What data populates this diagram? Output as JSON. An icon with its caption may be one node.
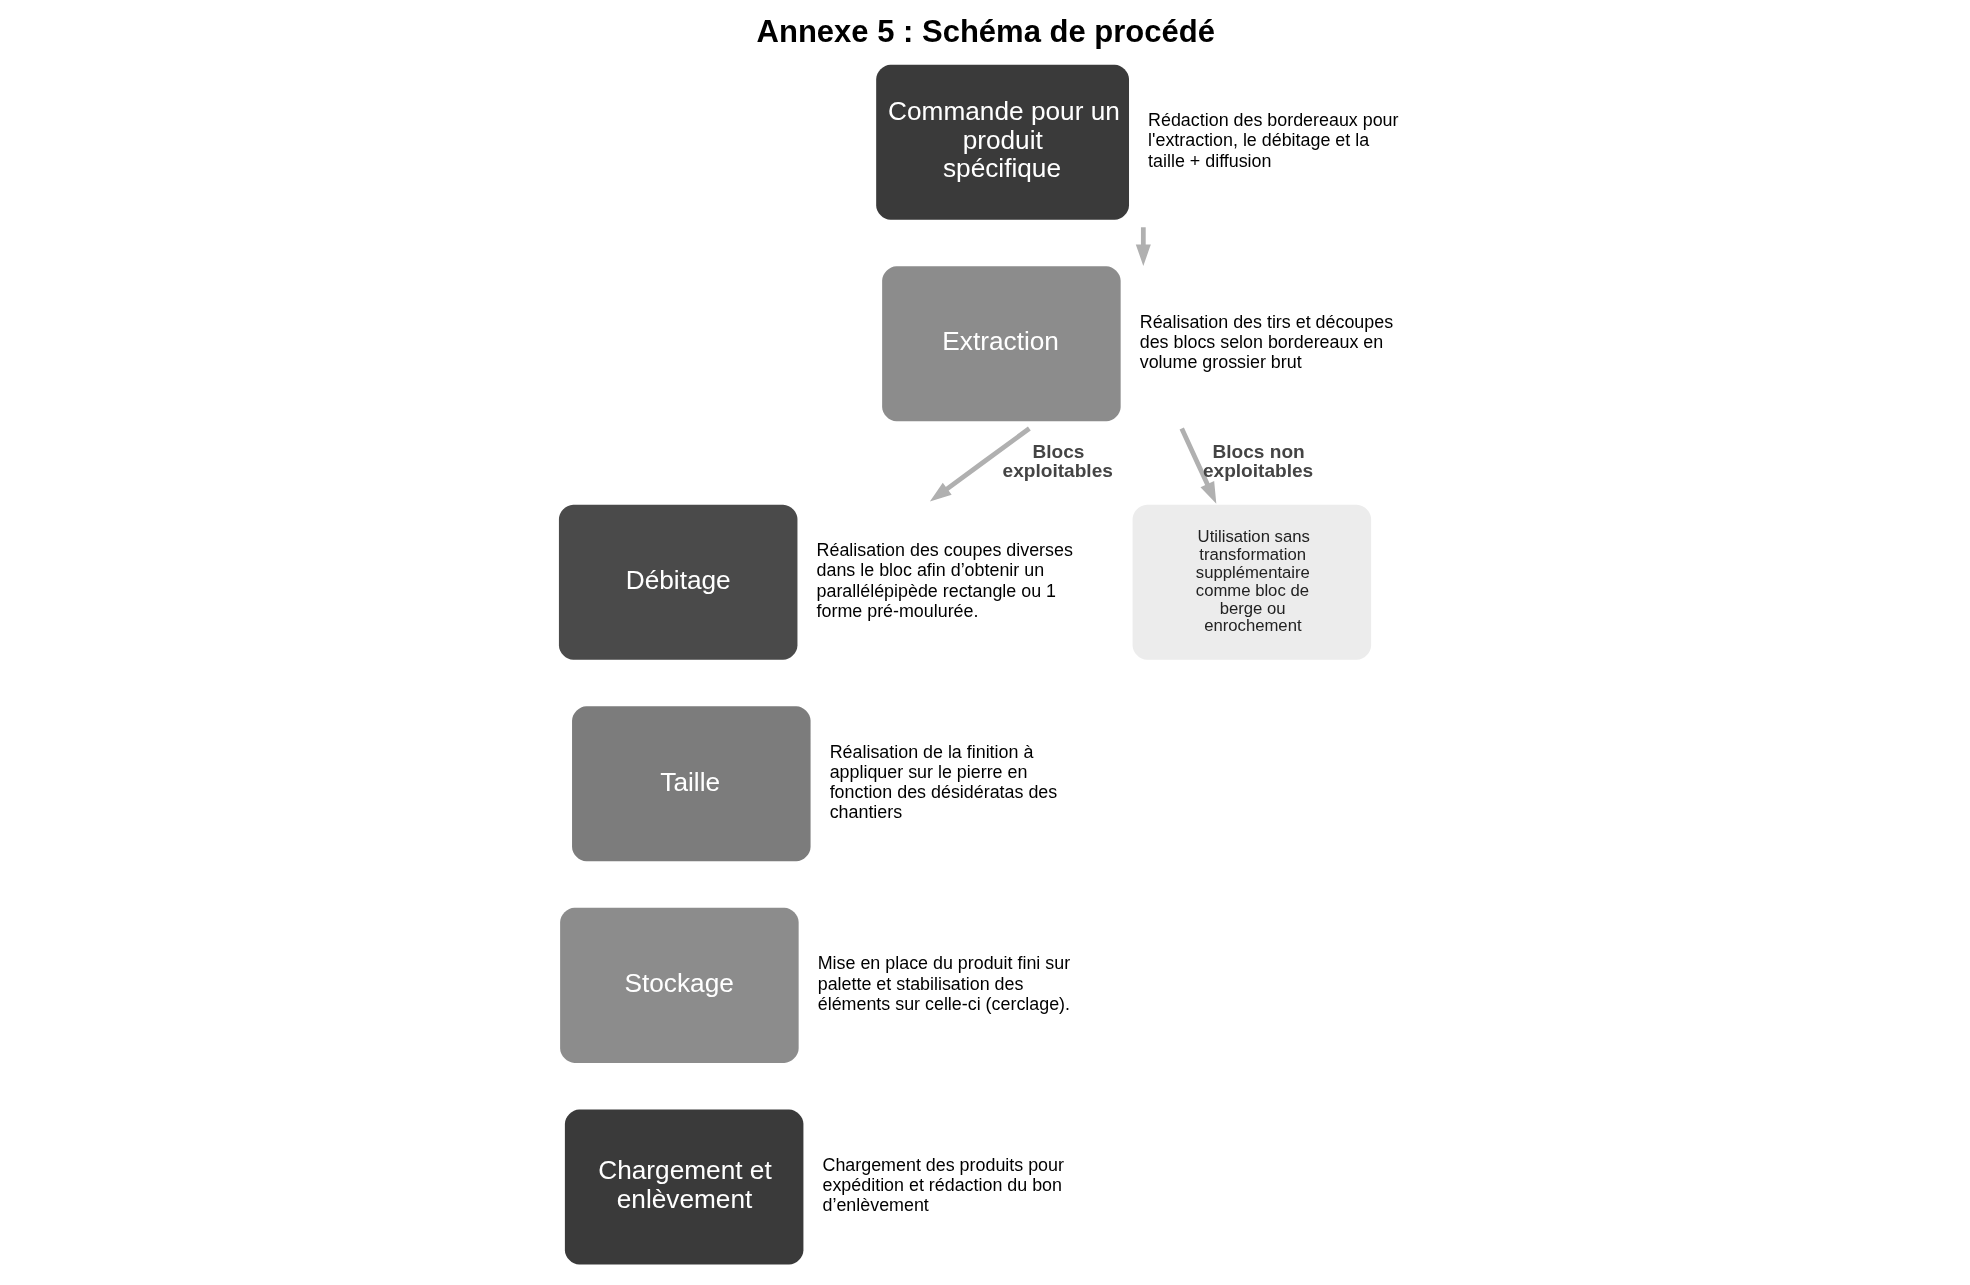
{
  "diagram": {
    "title": "Annexe 5 : Schéma de procédé",
    "nodes": [
      {
        "text": [
          "Commande pour un produit spécifique"
        ],
        "beside": [
          "Rédaction des bordereaux pour l'extraction, le débitage et la taille + diffusion"
        ]
      },
      {
        "text": [
          "Extraction"
        ],
        "beside": [
          "Réalisation des tirs et découpes des blocs selon bordereaux en volume grossier brut"
        ]
      },
      {
        "text": [
          "Débitage"
        ],
        "beside": [
          "Réalisation des coupes diverses dans le bloc afin d’obtenir un parallélépipède rectangle ou 1 forme pré-moulurée."
        ]
      },
      {
        "text": [
          "Taille"
        ],
        "beside": [
          "Réalisation de la finition à appliquer sur le pierre en fonction des désidératas des chantiers"
        ]
      },
      {
        "text": [
          "Stockage"
        ],
        "beside": [
          "Mise en place du produit fini sur palette et stabilisation des éléments sur celle-ci (cerclage)."
        ]
      },
      {
        "text": [
          "Chargement et enlèvement"
        ],
        "beside": [
          "Chargement des produits pour expédition et rédaction du bon d’enlèvement"
        ]
      },
      {
        "text": [
          "Utilisation sans transformation supplémentaire comme bloc de berge ou enrochement"
        ]
      }
    ],
    "edges": [
      {
        "from": 0,
        "to": 1,
        "arrow": "to"
      },
      {
        "from": 1,
        "to": 2,
        "arrow": "to",
        "label": "Blocs exploitables"
      },
      {
        "from": 1,
        "to": 6,
        "arrow": "to",
        "label": "Blocs non exploitables"
      }
    ]
  }
}
